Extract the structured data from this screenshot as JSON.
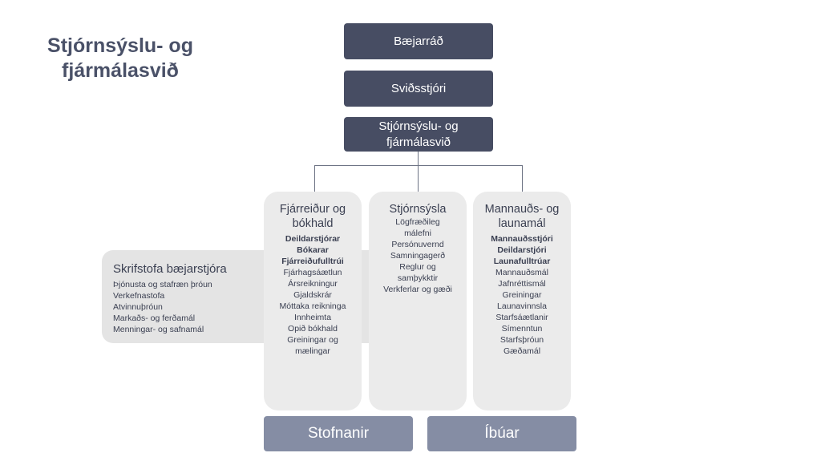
{
  "title": {
    "line1": "Stjórnsýslu- og",
    "line2": "fjármálasvið"
  },
  "hierarchy": {
    "level1": "Bæjarráð",
    "level2": "Sviðsstjóri",
    "level3": {
      "line1": "Stjórnsýslu- og",
      "line2": "fjármálasvið"
    }
  },
  "skrifstofa": {
    "title": "Skrifstofa bæjarstjóra",
    "items": [
      "Þjónusta og stafræn þróun",
      "Verkefnastofa",
      "Atvinnuþróun",
      "Markaðs- og ferðamál",
      "Menningar- og safnamál"
    ]
  },
  "columns": [
    {
      "title_line1": "Fjárreiður og",
      "title_line2": "bókhald",
      "bold_items": [
        "Deildarstjórar",
        "Bókarar",
        "Fjárreiðufulltrúi"
      ],
      "items": [
        "Fjárhagsáætlun",
        "Ársreikningur",
        "Gjaldskrár",
        "Móttaka reikninga",
        "Innheimta",
        "Opið bókhald",
        "Greiningar og",
        "mælingar"
      ]
    },
    {
      "title_line1": "Stjórnsýsla",
      "title_line2": "",
      "bold_items": [],
      "items": [
        "Lögfræðileg",
        "málefni",
        "Persónuvernd",
        "Samningagerð",
        "Reglur og",
        "samþykktir",
        "Verkferlar og gæði"
      ]
    },
    {
      "title_line1": "Mannauðs- og",
      "title_line2": "launamál",
      "bold_items": [
        "Mannauðsstjóri",
        "Deildarstjóri",
        "Launafulltrúar"
      ],
      "items": [
        "Mannauðsmál",
        "Jafnréttismál",
        "Greiningar",
        "Launavinnsla",
        "Starfsáætlanir",
        "Símenntun",
        "Starfsþróun",
        "Gæðamál"
      ]
    }
  ],
  "bottom": {
    "left": "Stofnanir",
    "right": "Íbúar"
  }
}
